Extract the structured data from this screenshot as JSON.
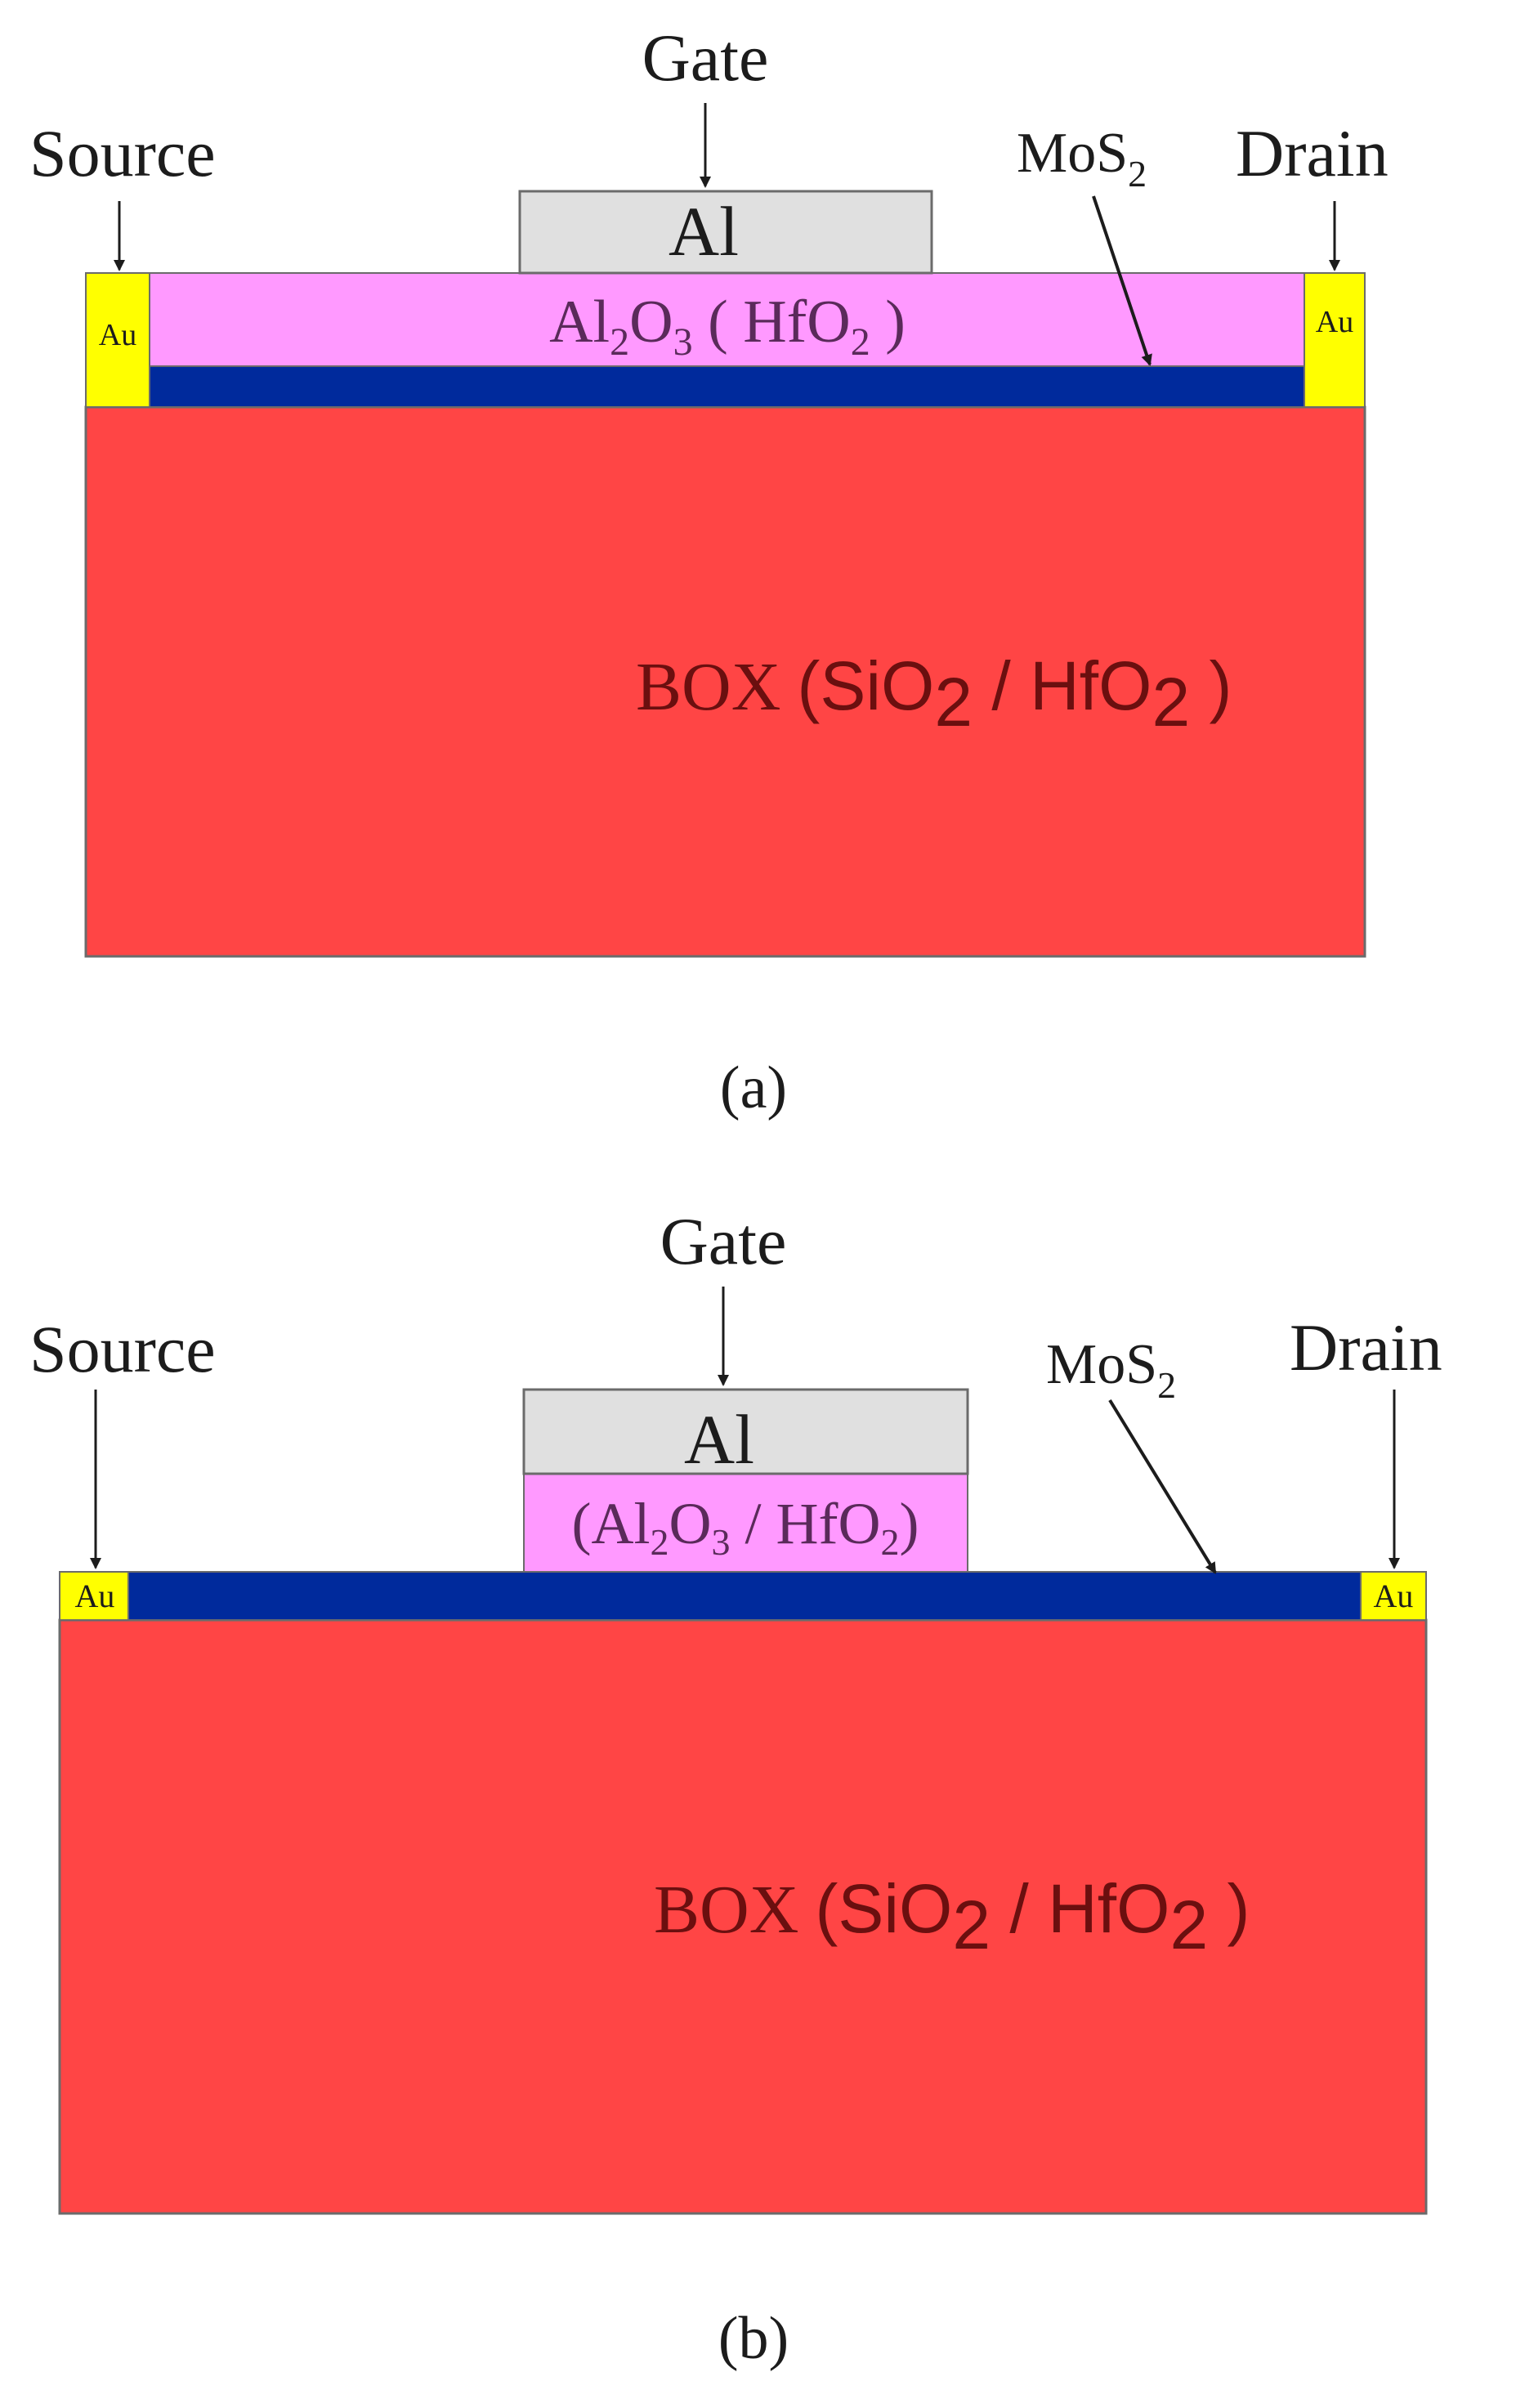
{
  "colors": {
    "box": "#ff4545",
    "gate_metal": "#e0e0e0",
    "oxide": "#ff99ff",
    "mos2": "#002a9c",
    "au": "#ffff00",
    "outline": "#6b6b6b",
    "label_text": "#1c1c1c",
    "box_text": "#6b0f0f",
    "oxide_text": "#5a2a5a"
  },
  "diagram_a": {
    "caption": "(a)",
    "labels": {
      "source": "Source",
      "gate": "Gate",
      "drain": "Drain",
      "mos2": "MoS",
      "mos2_sub": "2"
    },
    "gate_metal": "Al",
    "oxide": {
      "parts": [
        "Al",
        "2",
        "O",
        "3",
        " ( HfO",
        "2",
        " )"
      ]
    },
    "contacts": {
      "left": "Au",
      "right": "Au"
    },
    "box": {
      "prefix": "BOX",
      "parts": [
        "(SiO",
        "2",
        " / HfO",
        "2",
        " )"
      ]
    }
  },
  "diagram_b": {
    "caption": "(b)",
    "labels": {
      "source": "Source",
      "gate": "Gate",
      "drain": "Drain",
      "mos2": "MoS",
      "mos2_sub": "2"
    },
    "gate_metal": "Al",
    "oxide": {
      "parts": [
        "(Al",
        "2",
        "O",
        "3",
        " / HfO",
        "2",
        ")"
      ]
    },
    "contacts": {
      "left": "Au",
      "right": "Au"
    },
    "box": {
      "prefix": "BOX",
      "parts": [
        "(SiO",
        "2",
        " / HfO",
        "2",
        " )"
      ]
    }
  }
}
